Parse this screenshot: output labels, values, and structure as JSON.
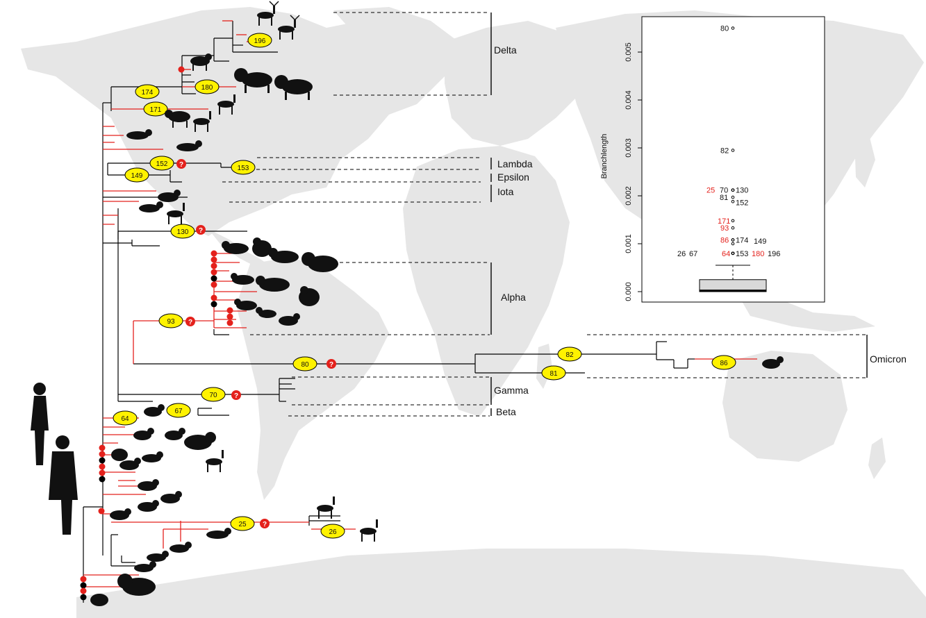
{
  "colors": {
    "land": "#e6e6e6",
    "branch": "#000000",
    "animal_branch": "#e4211c",
    "node_fill": "#fff200",
    "unknown_marker": "#e4211c",
    "red_label": "#e4211c"
  },
  "variants": [
    "Delta",
    "Lambda",
    "Epsilon",
    "Iota",
    "Alpha",
    "Omicron",
    "Gamma",
    "Beta"
  ],
  "node_labels": [
    "174",
    "180",
    "171",
    "196",
    "152",
    "153",
    "149",
    "130",
    "93",
    "80",
    "82",
    "81",
    "86",
    "70",
    "67",
    "64",
    "25",
    "26"
  ],
  "question_marks": [
    "?",
    "?",
    "?",
    "?",
    "?",
    "?"
  ],
  "inset": {
    "ylabel": "Branchlength",
    "yticks": [
      "0.000",
      "0.001",
      "0.002",
      "0.003",
      "0.004",
      "0.005"
    ],
    "points": [
      {
        "label": "80",
        "y": 0.0055,
        "red": false
      },
      {
        "label": "82",
        "y": 0.00295,
        "red": false
      },
      {
        "label": "25",
        "y": 0.00212,
        "red": true
      },
      {
        "label": "70",
        "y": 0.00212,
        "red": false
      },
      {
        "label": "130",
        "y": 0.00212,
        "red": false
      },
      {
        "label": "81",
        "y": 0.00197,
        "red": false
      },
      {
        "label": "152",
        "y": 0.00188,
        "red": false
      },
      {
        "label": "171",
        "y": 0.00148,
        "red": true
      },
      {
        "label": "93",
        "y": 0.00133,
        "red": true
      },
      {
        "label": "86",
        "y": 0.00108,
        "red": true
      },
      {
        "label": "174",
        "y": 0.00108,
        "red": false
      },
      {
        "label": "149",
        "y": 0.001,
        "red": false
      },
      {
        "label": "26",
        "y": 0.0008,
        "red": false
      },
      {
        "label": "67",
        "y": 0.0008,
        "red": false
      },
      {
        "label": "64",
        "y": 0.0008,
        "red": true
      },
      {
        "label": "153",
        "y": 0.0008,
        "red": false
      },
      {
        "label": "180",
        "y": 0.0008,
        "red": true
      },
      {
        "label": "196",
        "y": 0.0008,
        "red": false
      }
    ],
    "box": {
      "q1": 0.0,
      "q3": 0.00025,
      "median": 2e-05,
      "whisker_high": 0.00055,
      "whisker_low": 0.0
    }
  }
}
